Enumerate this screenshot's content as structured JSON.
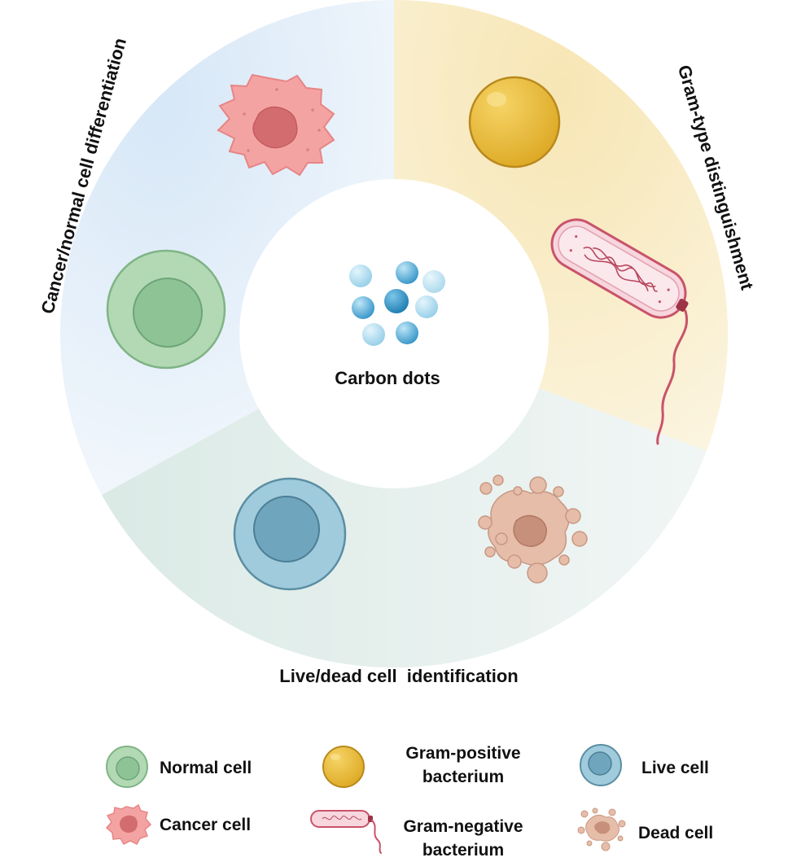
{
  "diagram": {
    "center_label": "Carbon dots",
    "segments": {
      "cancer_normal": "Cancer/normal cell differentiation",
      "gram_type": "Gram-type distinguishment",
      "live_dead": "Live/dead cell  identification"
    }
  },
  "legend": {
    "normal_cell": "Normal cell",
    "cancer_cell": "Cancer cell",
    "gram_positive_line1": "Gram-positive",
    "gram_positive_line2": "bacterium",
    "gram_negative_line1": "Gram-negative",
    "gram_negative_line2": "bacterium",
    "live_cell": "Live cell",
    "dead_cell": "Dead cell"
  },
  "colors": {
    "segment_blue": "#dfecf8",
    "segment_yellow": "#f8ecc6",
    "segment_teal": "#e2eeec",
    "normal_cell": "#a9d3ad",
    "cancer_cell": "#f2a4a4",
    "gram_positive": "#e8bb3a",
    "gram_negative": "#e48a9c",
    "live_cell": "#9fcbdc",
    "dead_cell": "#e3b8a4",
    "carbon_dot": "#4aa8d8"
  }
}
